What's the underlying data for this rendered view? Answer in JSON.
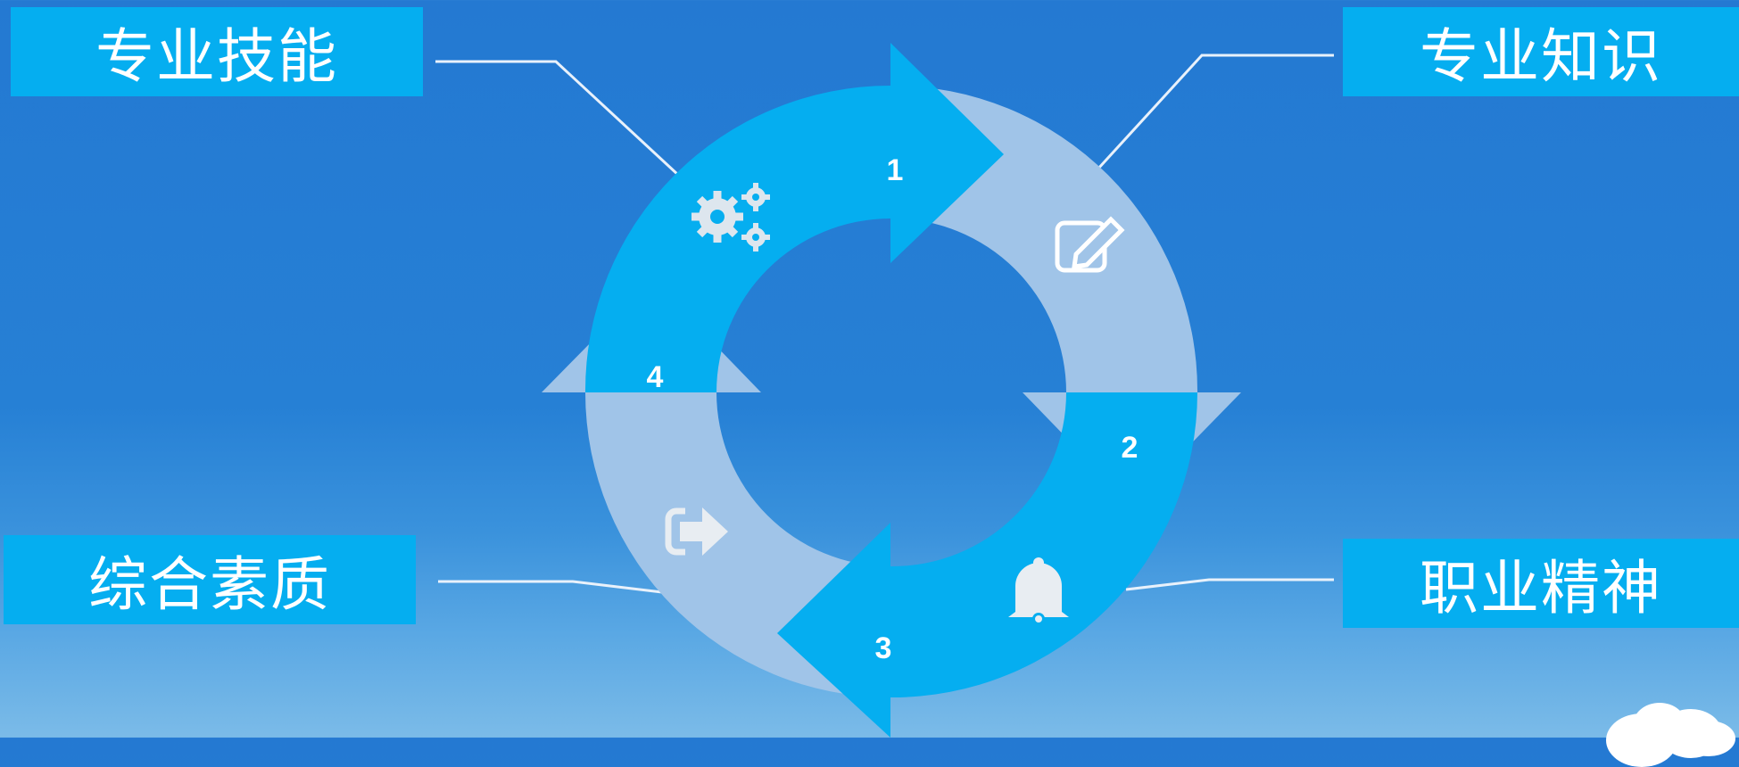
{
  "labels": {
    "top_left": "专业技能",
    "top_right": "专业知识",
    "bottom_left": "综合素质",
    "bottom_right": "职业精神"
  },
  "steps": [
    "1",
    "2",
    "3",
    "4"
  ],
  "icons": {
    "step1": "gears-icon",
    "step2": "edit-icon",
    "step3": "bell-icon",
    "step4": "sign-in-icon"
  },
  "colors": {
    "background": "#2479d2",
    "accent_blue": "#05aef0",
    "light_blue": "#a0c4e8",
    "text": "#ffffff"
  }
}
